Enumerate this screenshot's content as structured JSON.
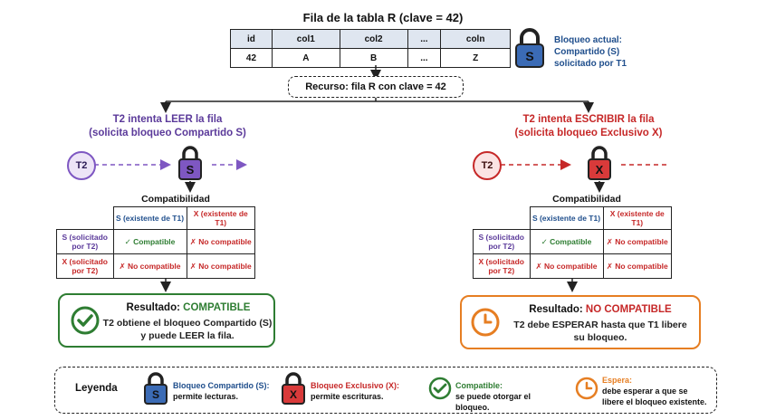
{
  "title": "Fila de la tabla R (clave = 42)",
  "row_table": {
    "headers": [
      "id",
      "col1",
      "col2",
      "...",
      "coln"
    ],
    "values": [
      "42",
      "A",
      "B",
      "...",
      "Z"
    ]
  },
  "current_lock": {
    "letter": "S",
    "line1": "Bloqueo actual:",
    "line2": "Compartido (S)",
    "line3": "solicitado por T1"
  },
  "resource_label": "Recurso: fila R con clave = 42",
  "left": {
    "heading1": "T2 intenta LEER la fila",
    "heading2": "(solicita bloqueo Compartido S)",
    "actor": "T2",
    "lock_letter": "S",
    "compat_title": "Compatibilidad",
    "col_headers": [
      "S (existente de T1)",
      "X (existente de T1)"
    ],
    "rows": [
      {
        "label": "S (solicitado por T2)",
        "c1": "✓ Compatible",
        "c2": "✗ No compatible"
      },
      {
        "label": "X (solicitado por T2)",
        "c1": "✗ No compatible",
        "c2": "✗ No compatible"
      }
    ],
    "result_prefix": "Resultado:",
    "result_value": "COMPATIBLE",
    "result_line2": "T2 obtiene el bloqueo Compartido (S)",
    "result_line3": "y puede LEER la fila."
  },
  "right": {
    "heading1": "T2 intenta ESCRIBIR la fila",
    "heading2": "(solicita bloqueo Exclusivo X)",
    "actor": "T2",
    "lock_letter": "X",
    "compat_title": "Compatibilidad",
    "col_headers": [
      "S (existente de T1)",
      "X (existente de T1)"
    ],
    "rows": [
      {
        "label": "S (solicitado por T2)",
        "c1": "✓ Compatible",
        "c2": "✗ No compatible"
      },
      {
        "label": "X (solicitado por T2)",
        "c1": "✗ No compatible",
        "c2": "✗ No compatible"
      }
    ],
    "result_prefix": "Resultado:",
    "result_value": "NO COMPATIBLE",
    "result_line2": "T2 debe ESPERAR hasta que T1 libere",
    "result_line3": "su bloqueo."
  },
  "legend": {
    "title": "Leyenda",
    "items": [
      {
        "icon": "shared-lock-icon",
        "letter": "S",
        "name": "Bloqueo Compartido (S):",
        "desc": "permite lecturas."
      },
      {
        "icon": "exclusive-lock-icon",
        "letter": "X",
        "name": "Bloqueo Exclusivo (X):",
        "desc": "permite escrituras."
      },
      {
        "icon": "check-circle-icon",
        "name": "Compatible:",
        "desc": "se puede otorgar el bloqueo."
      },
      {
        "icon": "clock-icon",
        "name": "Espera:",
        "desc": "debe esperar a que se libere el bloqueo existente."
      }
    ]
  },
  "colors": {
    "shared_lock": "#3b6bb5",
    "purple_lock": "#7e57c2",
    "exclusive_lock": "#d93a3a",
    "compatible": "#2e7d32",
    "wait": "#e67e22"
  }
}
